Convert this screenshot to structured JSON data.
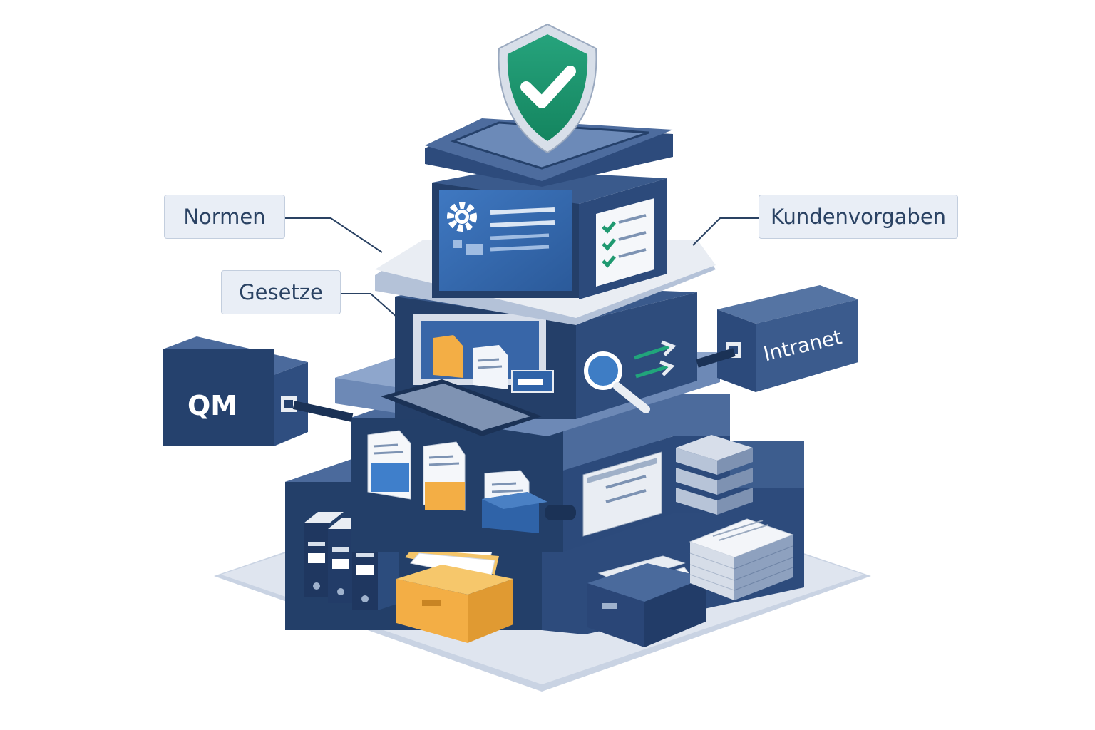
{
  "labels": {
    "normen": "Normen",
    "gesetze": "Gesetze",
    "kundenvorgaben": "Kundenvorgaben",
    "qm": "QM",
    "intranet": "Intranet"
  },
  "icons": {
    "top": "shield-check-icon",
    "tier4_left": "gear-icon",
    "tier4_right": "checklist-icon",
    "tier3_left": "laptop-icon",
    "tier3_right": "search-icon",
    "tier2_docs": "document-icon",
    "tier2_folder": "folder-icon",
    "tier2_right": "window-icon",
    "base_binders": "binder-icon",
    "base_box": "file-box-icon",
    "base_stack": "paper-stack-icon"
  },
  "colors": {
    "navy_dark": "#1f3a64",
    "navy": "#2f4f7f",
    "steel": "#5574a3",
    "light_plate": "#e8ecf3",
    "accent_green": "#1f9970",
    "accent_yellow": "#f2b84b",
    "accent_blue": "#3d7cc6"
  }
}
